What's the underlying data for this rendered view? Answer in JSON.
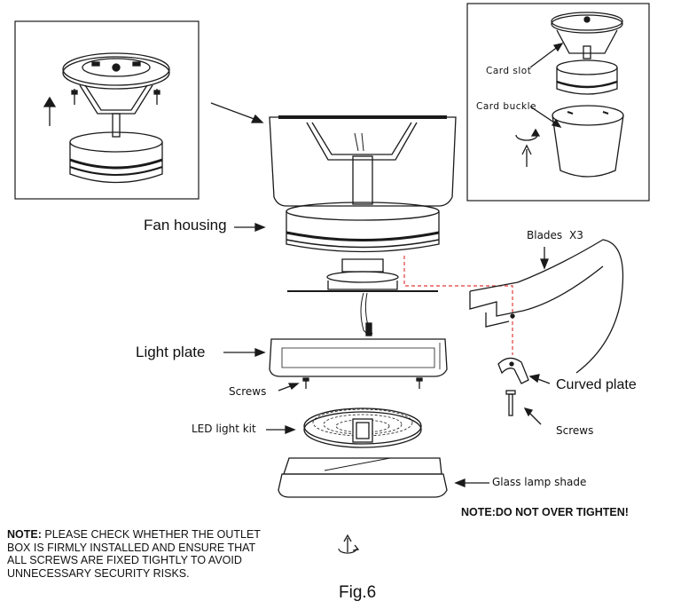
{
  "labels": {
    "card_slot": "Card slot",
    "card_buckle": "Card buckle",
    "fan_housing": "Fan housing",
    "blades": "Blades",
    "blades_qty": "X3",
    "light_plate": "Light plate",
    "screws_left": "Screws",
    "curved_plate": "Curved plate",
    "screws_right": "Screws",
    "led_light_kit": "LED light kit",
    "glass_lamp_shade": "Glass lamp shade"
  },
  "notes": {
    "caution": "NOTE:DO NOT OVER TIGHTEN!",
    "safety_prefix": "NOTE:",
    "safety_text": "PLEASE CHECK WHETHER THE OUTLET BOX IS FIRMLY INSTALLED AND ENSURE THAT ALL SCREWS ARE FIXED TIGHTLY TO AVOID UNNECESSARY SECURITY RISKS."
  },
  "figure": {
    "caption": "Fig.6"
  },
  "colors": {
    "line": "#1a1a1a",
    "dashed_guide": "#e23b3b"
  }
}
